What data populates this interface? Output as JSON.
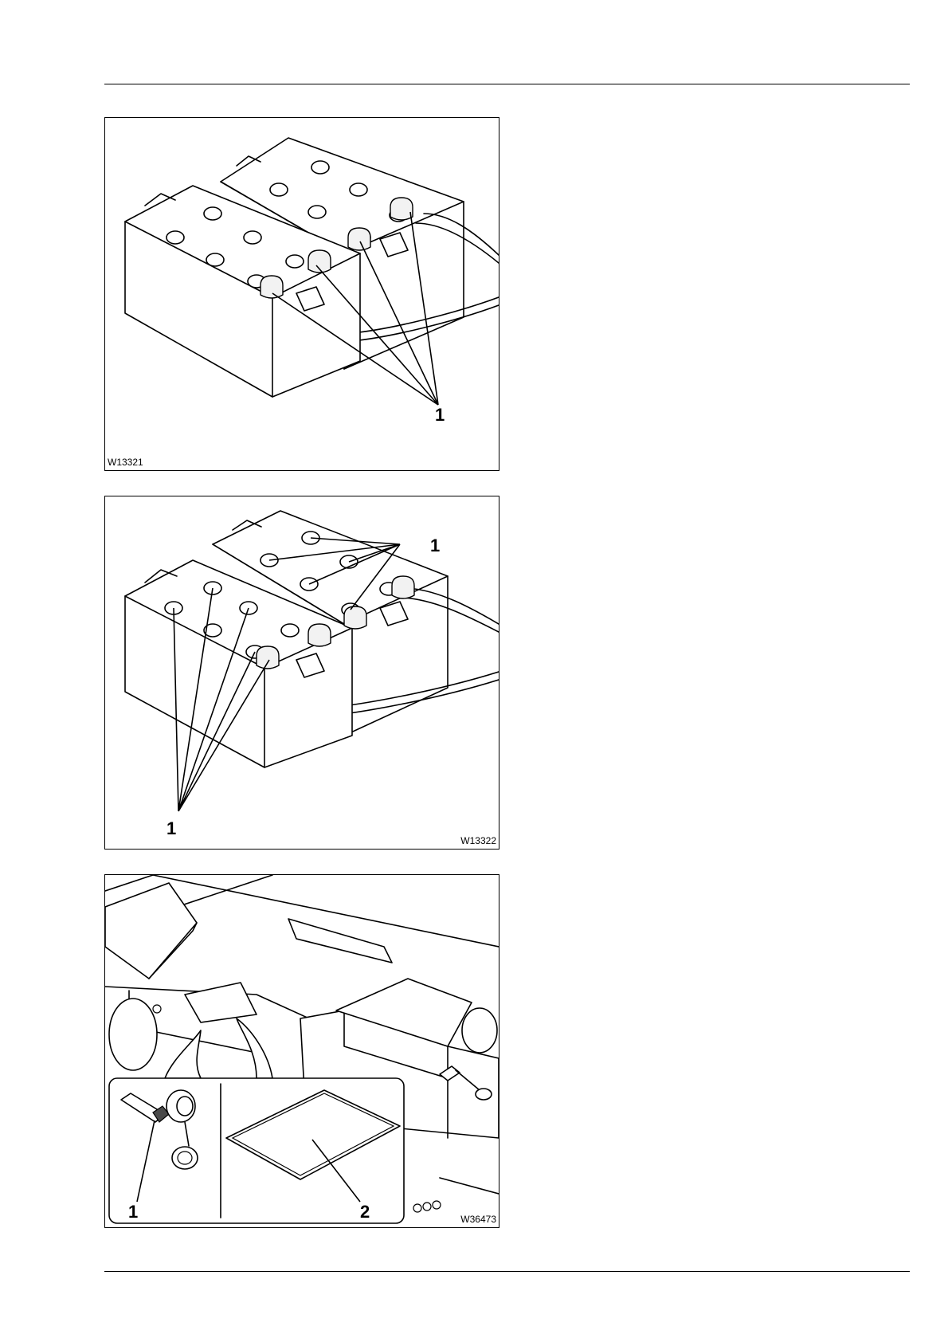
{
  "figures": [
    {
      "id": "W13321",
      "callouts": [
        "1"
      ]
    },
    {
      "id": "W13322",
      "callouts": [
        "1",
        "1"
      ]
    },
    {
      "id": "W36473",
      "callouts": [
        "1",
        "2"
      ]
    }
  ]
}
